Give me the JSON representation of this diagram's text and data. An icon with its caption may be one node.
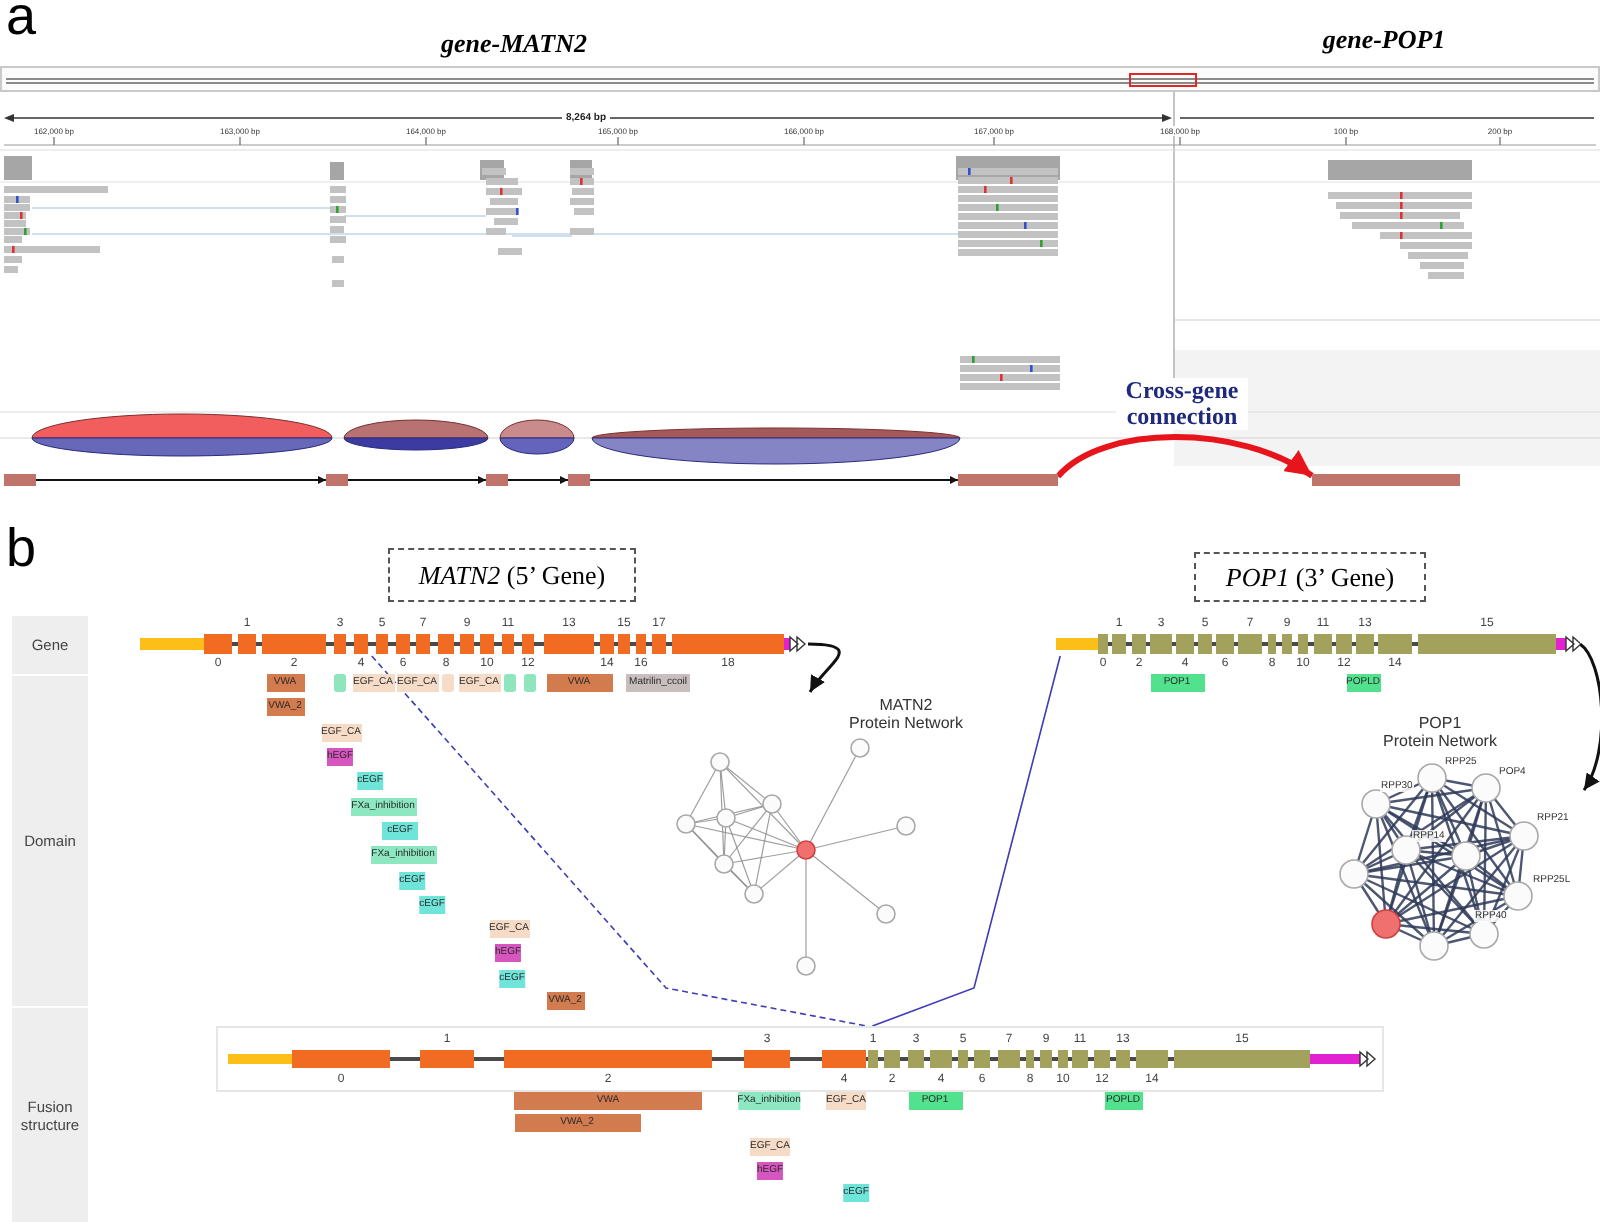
{
  "diagram": {
    "nodes": [
      {
        "text": [],
        "shape": "bar"
      },
      {
        "text": [],
        "shape": "bar"
      },
      {
        "text": [],
        "shape": "bar"
      },
      {
        "text": [],
        "shape": "bar"
      },
      {
        "text": [],
        "shape": "bar"
      },
      {
        "text": [],
        "shape": "bar"
      },
      {
        "text": [
          "*MATN2* (5’ Gene)"
        ]
      },
      {
        "text": [
          "*POP1* (3’ Gene)"
        ]
      },
      {
        "text": [
          "Gene"
        ]
      },
      {
        "text": [],
        "shape": "bar",
        "beside": [
          "1",
          "3",
          "5",
          "7",
          "9",
          "11",
          "13",
          "15",
          "17",
          "0",
          "2",
          "4",
          "6",
          "8",
          "10",
          "12",
          "14",
          "16",
          "18"
        ]
      },
      {
        "text": [],
        "shape": "bar",
        "beside": [
          "1",
          "3",
          "5",
          "7",
          "9",
          "11",
          "13",
          "15",
          "0",
          "2",
          "4",
          "6",
          "8",
          "10",
          "12",
          "14"
        ]
      },
      {
        "text": [
          "Domain"
        ]
      },
      {
        "text": [
          "VWA"
        ]
      },
      {
        "text": [],
        "shape": "box"
      },
      {
        "text": [
          "EGF_CA"
        ]
      },
      {
        "text": [
          "EGF_CA"
        ]
      },
      {
        "text": [],
        "shape": "box"
      },
      {
        "text": [
          "EGF_CA"
        ]
      },
      {
        "text": [],
        "shape": "box"
      },
      {
        "text": [],
        "shape": "box"
      },
      {
        "text": [
          "VWA"
        ]
      },
      {
        "text": [
          "Matrilin_ccoil"
        ]
      },
      {
        "text": [
          "POP1"
        ]
      },
      {
        "text": [
          "POPLD"
        ]
      },
      {
        "text": [
          "VWA_2"
        ]
      },
      {
        "text": [
          "MATN2 Protein Network"
        ]
      },
      {
        "text": [
          "POP1 Protein Network",
          "RPP25",
          "POP4",
          "RPP30",
          "RPP14",
          "RPP21",
          "RPP25L",
          "RPP40"
        ]
      },
      {
        "text": [
          "EGF_CA"
        ]
      },
      {
        "text": [
          "hEGF"
        ]
      },
      {
        "text": [
          "cEGF"
        ]
      },
      {
        "text": [
          "FXa_inhibition"
        ]
      },
      {
        "text": [
          "cEGF"
        ]
      },
      {
        "text": [
          "FXa_inhibition"
        ]
      },
      {
        "text": [
          "cEGF"
        ]
      },
      {
        "text": [
          "cEGF"
        ]
      },
      {
        "text": [
          "EGF_CA"
        ]
      },
      {
        "text": [
          "hEGF"
        ]
      },
      {
        "text": [
          "cEGF"
        ]
      },
      {
        "text": [
          "VWA_2"
        ]
      },
      {
        "text": [
          "Fusion structure"
        ]
      },
      {
        "text": [
          "1",
          "3",
          "1",
          "3",
          "5",
          "7",
          "9",
          "11",
          "13",
          "15",
          "0",
          "2",
          "4",
          "2",
          "4",
          "6",
          "8",
          "10",
          "12",
          "14"
        ]
      },
      {
        "text": [
          "VWA"
        ]
      },
      {
        "text": [
          "FXa_inhibition"
        ]
      },
      {
        "text": [
          "EGF_CA"
        ]
      },
      {
        "text": [
          "POP1"
        ]
      },
      {
        "text": [
          "POPLD"
        ]
      },
      {
        "text": [
          "VWA_2"
        ]
      },
      {
        "text": [
          "EGF_CA"
        ]
      },
      {
        "text": [
          "hEGF"
        ]
      },
      {
        "text": [
          "cEGF"
        ]
      }
    ],
    "edges": [
      {
        "from": 0,
        "to": 1,
        "arrow": "to"
      },
      {
        "from": 1,
        "to": 2,
        "arrow": "to"
      },
      {
        "from": 2,
        "to": 3,
        "arrow": "to"
      },
      {
        "from": 3,
        "to": 4,
        "arrow": "to"
      },
      {
        "from": 4,
        "to": 5,
        "arrow": "to",
        "label": "Cross-gene connection",
        "style": "thick",
        "color": "#e8141c"
      },
      {
        "from": 9,
        "to": 25,
        "arrow": "to"
      },
      {
        "from": 10,
        "to": 26,
        "arrow": "to"
      },
      {
        "from": 9,
        "to": 40,
        "arrow": "none",
        "style": "dashed",
        "color": "#3c3cb4"
      },
      {
        "from": 10,
        "to": 40,
        "arrow": "none",
        "color": "#3c3cb4"
      }
    ],
    "labels": [
      "a",
      "gene-MATN2",
      "gene-POP1",
      "8,264 bp",
      "162,000 bp",
      "163,000 bp",
      "164,000 bp",
      "165,000 bp",
      "166,000 bp",
      "167,000 bp",
      "168,000 bp",
      "100 bp",
      "200 bp",
      "b"
    ]
  }
}
